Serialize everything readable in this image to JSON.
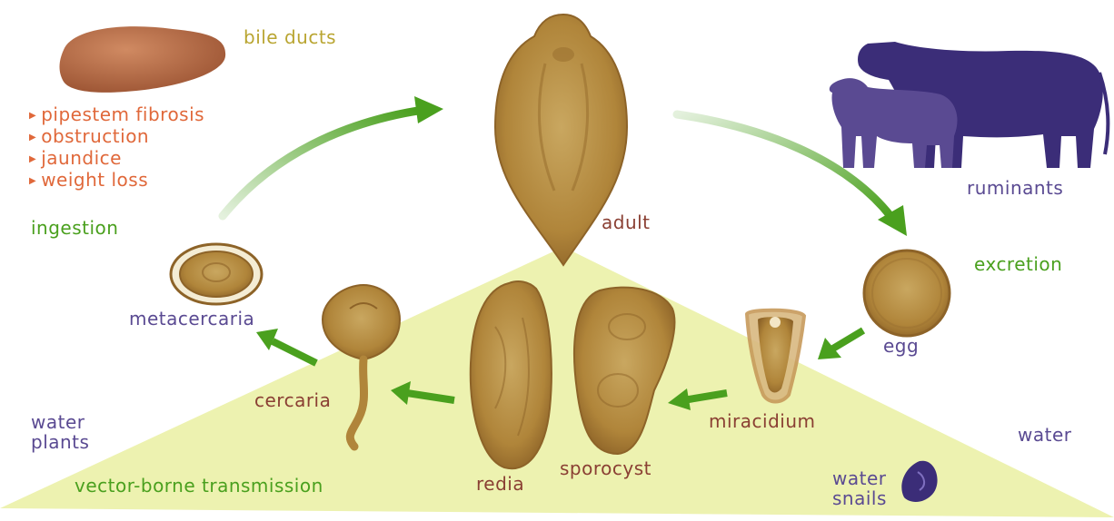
{
  "labels": {
    "bile_ducts": "bile ducts",
    "ingestion": "ingestion",
    "adult": "adult",
    "ruminants": "ruminants",
    "excretion": "excretion",
    "metacercaria": "metacercaria",
    "cercaria": "cercaria",
    "redia": "redia",
    "sporocyst": "sporocyst",
    "miracidium": "miracidium",
    "egg": "egg",
    "water_plants_line1": "water",
    "water_plants_line2": "plants",
    "water": "water",
    "water_snails_line1": "water",
    "water_snails_line2": "snails",
    "vector_borne": "vector-borne transmission"
  },
  "symptoms": [
    "pipestem fibrosis",
    "obstruction",
    "jaundice",
    "weight loss"
  ],
  "colors": {
    "arrow_green": "#4aa01e",
    "triangle_fill": "#edf2b0",
    "parasite_brown": "#b48a3c",
    "animal_purple": "#3b2d78",
    "liver_brown": "#b76a44",
    "symptom_red": "#e0683a"
  },
  "icons": [
    "liver-icon",
    "cow-icon",
    "sheep-icon",
    "snail-icon"
  ]
}
